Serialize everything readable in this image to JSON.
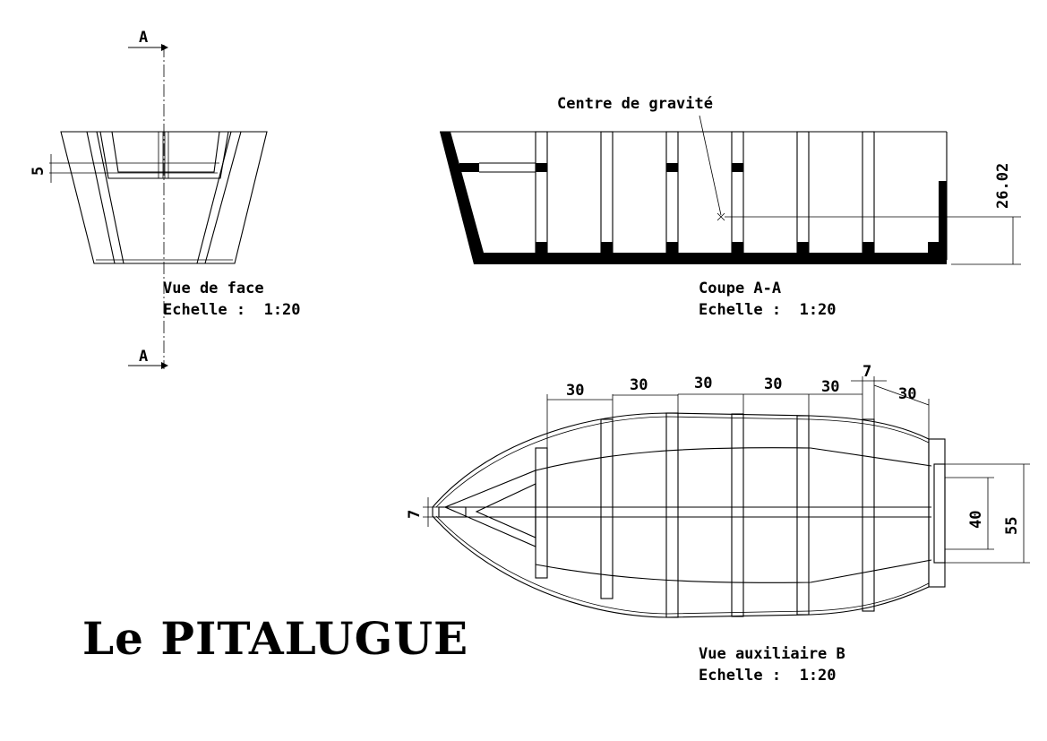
{
  "title": "Le PITALUGUE",
  "front_view": {
    "label": "Vue de face",
    "scale": "Echelle :  1:20",
    "section_mark_top": "A",
    "section_mark_bottom": "A",
    "dim_side": "5"
  },
  "section_view": {
    "label": "Coupe A-A",
    "scale": "Echelle :  1:20",
    "center_of_gravity": "Centre de gravité",
    "dim_height": "26.02"
  },
  "aux_view": {
    "label": "Vue auxiliaire B",
    "scale": "Echelle :  1:20",
    "spacing_dims": [
      "30",
      "30",
      "30",
      "30",
      "30",
      "30"
    ],
    "dim_frame_width": "7",
    "dim_bow": "7",
    "dim_inner": "40",
    "dim_outer": "55"
  }
}
